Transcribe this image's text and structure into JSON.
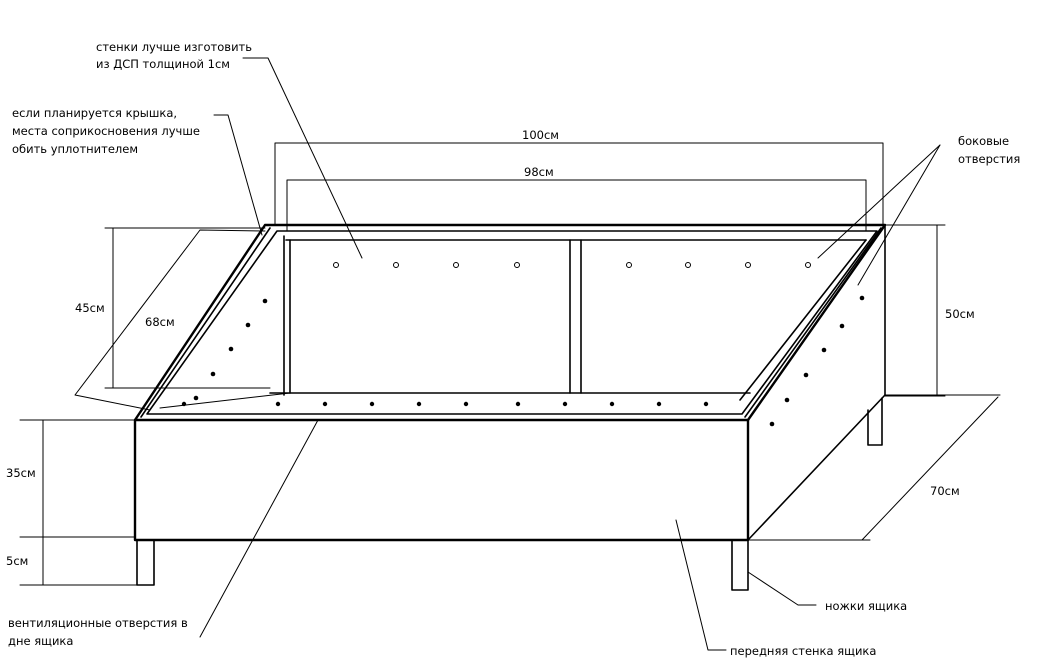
{
  "labels": {
    "walls_line1": "стенки лучше изготовить",
    "walls_line2": "из ДСП толщиной 1см",
    "lid_line1": "если планируется крышка,",
    "lid_line2": "места соприкосновения лучше",
    "lid_line3": "обить уплотнителем",
    "side_holes_line1": "боковые",
    "side_holes_line2": "отверстия",
    "vent_line1": "вентиляционные отверстия в",
    "vent_line2": "дне ящика",
    "legs": "ножки ящика",
    "front_wall": "передняя стенка ящика"
  },
  "dimensions": {
    "outer_length": "100см",
    "inner_length": "98см",
    "inner_height": "45см",
    "diagonal_width": "68см",
    "outer_height": "50см",
    "front_height": "35см",
    "leg_height": "5см",
    "depth": "70см"
  }
}
